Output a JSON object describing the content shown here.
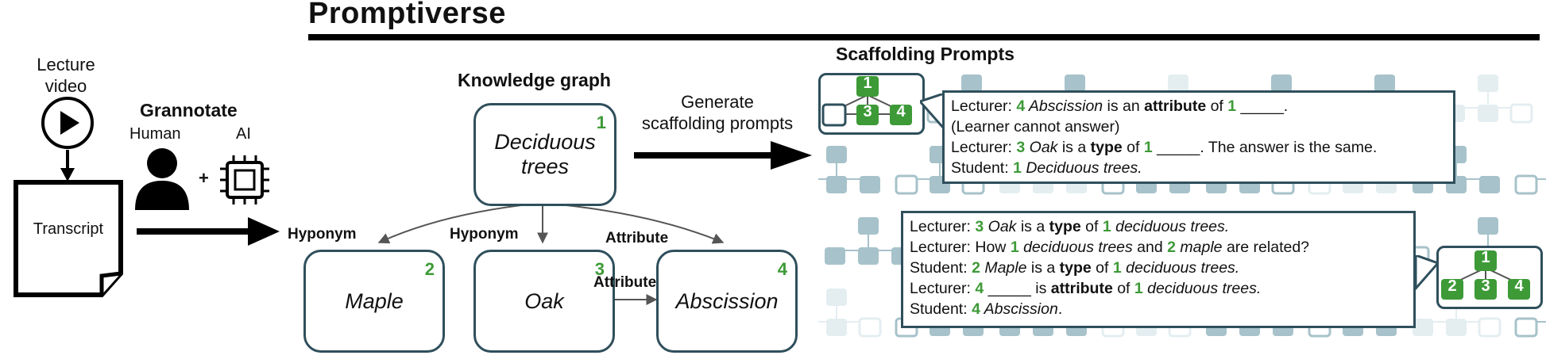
{
  "title": "Promptiverse",
  "left": {
    "video_label_line1": "Lecture",
    "video_label_line2": "video",
    "transcript_label": "Transcript",
    "grannotate_title": "Grannotate",
    "human_label": "Human",
    "ai_label": "AI",
    "plus": "+"
  },
  "kg": {
    "title": "Knowledge graph",
    "nodes": [
      {
        "id": "1",
        "line1": "Deciduous",
        "line2": "trees"
      },
      {
        "id": "2",
        "line1": "Maple",
        "line2": ""
      },
      {
        "id": "3",
        "line1": "Oak",
        "line2": ""
      },
      {
        "id": "4",
        "line1": "Abscission",
        "line2": ""
      }
    ],
    "edges": {
      "e1": "Hyponym",
      "e2": "Hyponym",
      "e3": "Attribute",
      "e4": "Attribute"
    }
  },
  "generate": {
    "line1": "Generate",
    "line2": "scaffolding prompts"
  },
  "scaffolding": {
    "title": "Scaffolding Prompts",
    "mini1": {
      "top": "1",
      "left": "",
      "mid": "3",
      "right": "4"
    },
    "mini2": {
      "top": "1",
      "left": "2",
      "mid": "3",
      "right": "4"
    },
    "box1": [
      {
        "pre": "Lecturer: ",
        "n1": "4",
        "t1": " Abscission",
        "t2": " is an ",
        "b1": "attribute",
        "t3": " of ",
        "n2": "1",
        "t4": " _____."
      },
      {
        "plain": "(Learner cannot answer)"
      },
      {
        "pre": "Lecturer: ",
        "n1": "3",
        "t1": " Oak",
        "t2": " is a ",
        "b1": "type",
        "t3": " of ",
        "n2": "1",
        "t4": "  _____. The answer is the same."
      },
      {
        "pre": "Student: ",
        "n1": "1",
        "t1": " Deciduous trees."
      }
    ],
    "box2": [
      {
        "pre": "Lecturer: ",
        "n1": "3",
        "t1": " Oak",
        "t2": " is a ",
        "b1": "type",
        "t3": " of ",
        "n2": "1",
        "t4": " deciduous trees."
      },
      {
        "pre": "Lecturer: How ",
        "n1": "1",
        "t1": " deciduous trees",
        "t2": " and ",
        "n2": "2",
        "t3": " maple",
        "t4": " are related?"
      },
      {
        "pre": "Student: ",
        "n1": "2",
        "t1": " Maple",
        "t2": " is a ",
        "b1": "type",
        "t3": " of ",
        "n2": "1",
        "t4": " deciduous trees."
      },
      {
        "pre": "Lecturer: ",
        "n1": "4",
        "t1": " _____ is ",
        "b1": "attribute",
        "t3": " of ",
        "n2": "1",
        "t4": " deciduous trees."
      },
      {
        "pre": "Student: ",
        "n1": "4",
        "t1": " Abscission",
        "t2": "."
      }
    ]
  },
  "colors": {
    "node_border": "#2f4f5c",
    "accent_green": "#3d9a37",
    "bg_tree": "#a7c2ca",
    "bg_tree_light": "#e4eef1"
  }
}
